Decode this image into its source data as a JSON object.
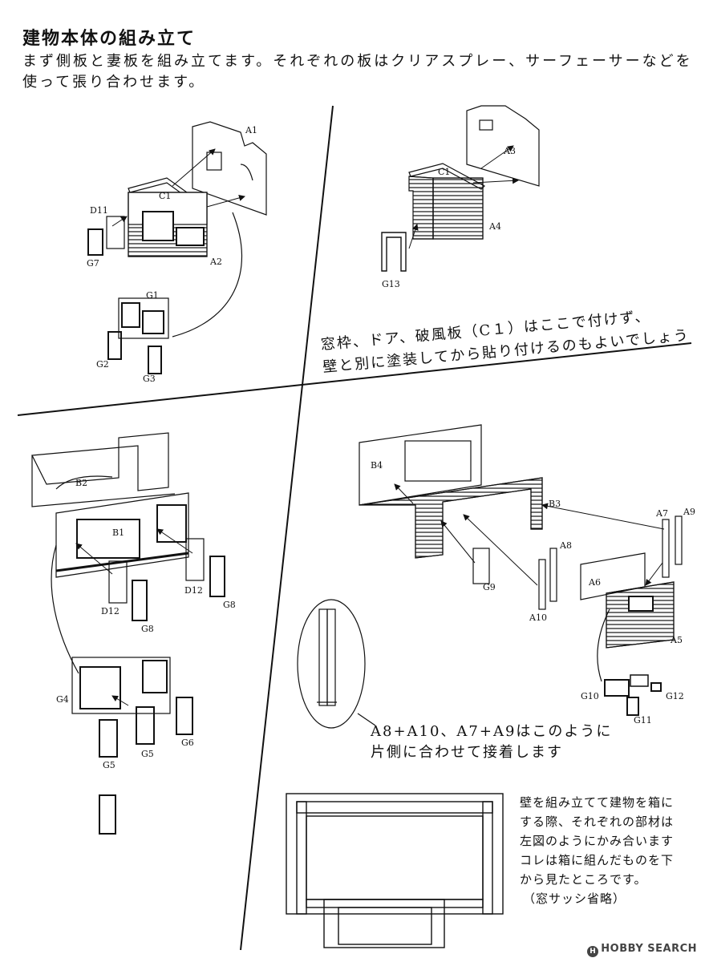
{
  "title": "建物本体の組み立て",
  "intro": "まず側板と妻板を組み立てます。それぞれの板はクリアスプレー、サーフェーサーなどを使って張り合わせます。",
  "notes": {
    "window_tip_1": "窓枠、ドア、破風板（C１）はここで付けず、",
    "window_tip_2": "壁と別に塗装してから貼り付けるのもよいでしょう",
    "glue_tip_1": "A8+A10、A7+A9はこのように",
    "glue_tip_2": "片側に合わせて接着します",
    "box_tip_1": "壁を組み立てて建物を箱に",
    "box_tip_2": "する際、それぞれの部材は",
    "box_tip_3": "左図のようにかみ合います",
    "box_tip_4": "コレは箱に組んだものを下",
    "box_tip_5": "から見たところです。",
    "box_tip_6": "（窓サッシ省略）"
  },
  "parts": {
    "A1": "A1",
    "A2": "A2",
    "A3": "A3",
    "A4": "A4",
    "A5": "A5",
    "A6": "A6",
    "A7": "A7",
    "A8": "A8",
    "A9": "A9",
    "A10": "A10",
    "B1": "B1",
    "B2": "B2",
    "B3": "B3",
    "B4": "B4",
    "C1a": "C1",
    "C1b": "C1",
    "D11": "D11",
    "D12a": "D12",
    "D12b": "D12",
    "G1": "G1",
    "G2": "G2",
    "G3": "G3",
    "G4": "G4",
    "G5a": "G5",
    "G5b": "G5",
    "G6": "G6",
    "G7": "G7",
    "G8a": "G8",
    "G8b": "G8",
    "G9": "G9",
    "G10": "G10",
    "G11": "G11",
    "G12": "G12",
    "G13": "G13"
  },
  "watermark": "HOBBY SEARCH",
  "watermark_logo": "H"
}
